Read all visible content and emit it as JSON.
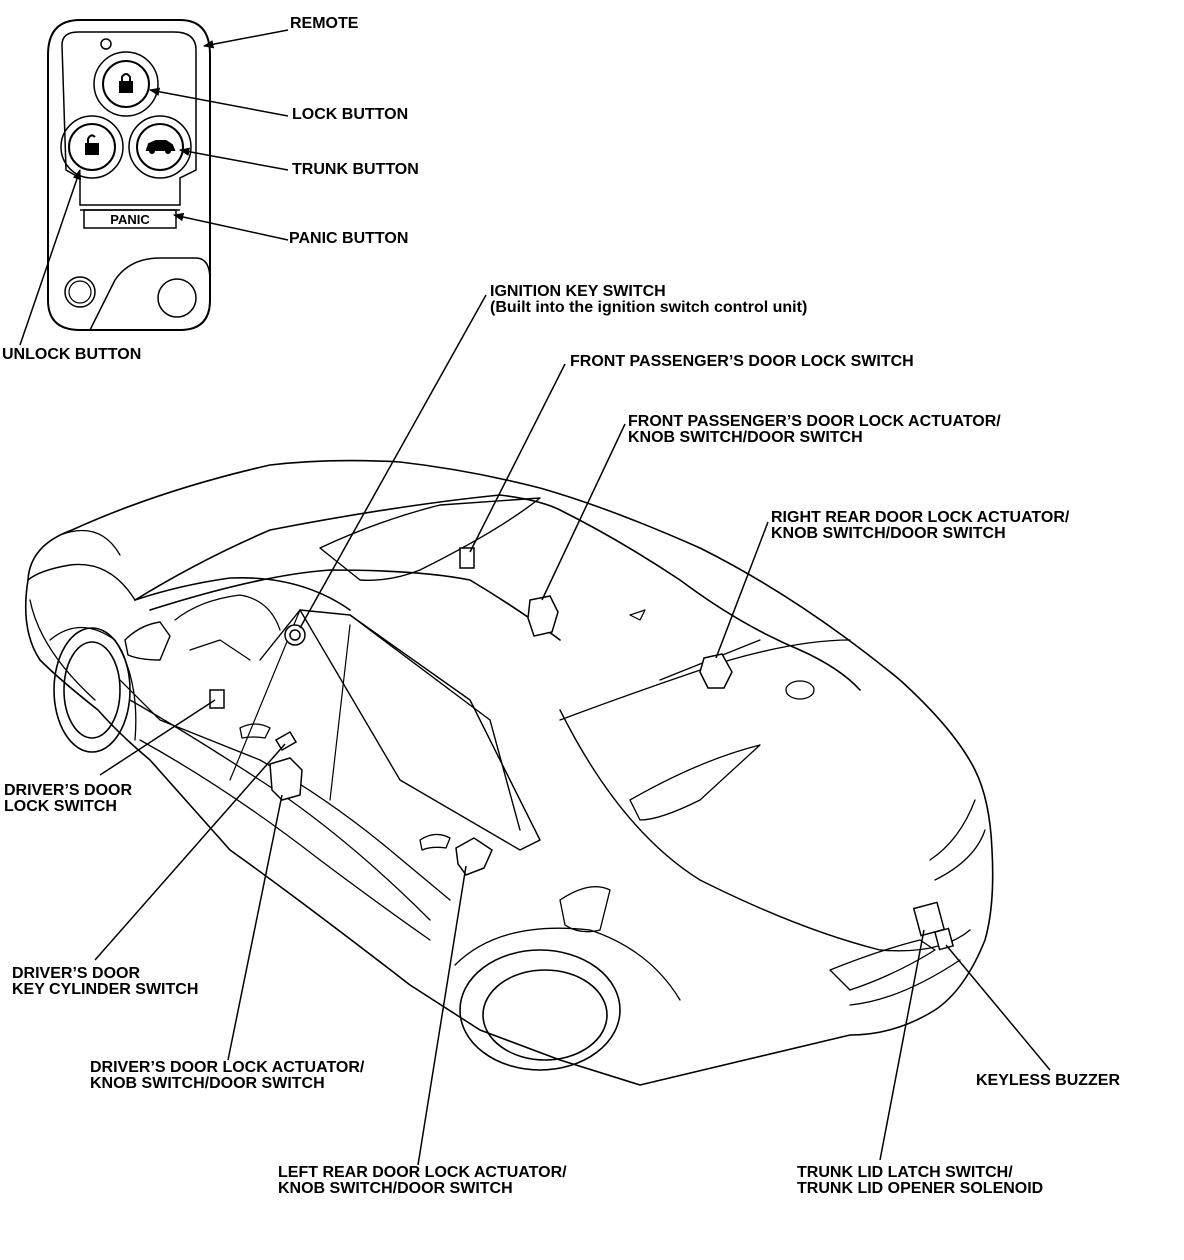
{
  "labels": {
    "remote": "REMOTE",
    "lock_button": "LOCK BUTTON",
    "trunk_button": "TRUNK BUTTON",
    "panic_button": "PANIC BUTTON",
    "unlock_button": "UNLOCK BUTTON",
    "panic_key_text": "PANIC",
    "ignition_key_switch": "IGNITION KEY SWITCH",
    "ignition_key_switch_note": "(Built into the ignition switch control unit)",
    "front_passenger_door_lock_switch": "FRONT PASSENGER’S DOOR LOCK SWITCH",
    "front_passenger_actuator_line1": "FRONT PASSENGER’S DOOR LOCK ACTUATOR/",
    "front_passenger_actuator_line2": "KNOB SWITCH/DOOR SWITCH",
    "right_rear_actuator_line1": "RIGHT REAR DOOR LOCK ACTUATOR/",
    "right_rear_actuator_line2": "KNOB SWITCH/DOOR SWITCH",
    "drivers_door_lock_switch_line1": "DRIVER’S DOOR",
    "drivers_door_lock_switch_line2": "LOCK SWITCH",
    "drivers_key_cylinder_line1": "DRIVER’S DOOR",
    "drivers_key_cylinder_line2": "KEY CYLINDER SWITCH",
    "drivers_actuator_line1": "DRIVER’S DOOR LOCK ACTUATOR/",
    "drivers_actuator_line2": "KNOB SWITCH/DOOR SWITCH",
    "left_rear_actuator_line1": "LEFT REAR DOOR LOCK ACTUATOR/",
    "left_rear_actuator_line2": "KNOB SWITCH/DOOR SWITCH",
    "keyless_buzzer": "KEYLESS BUZZER",
    "trunk_latch_line1": "TRUNK LID LATCH SWITCH/",
    "trunk_latch_line2": "TRUNK LID OPENER SOLENOID"
  },
  "colors": {
    "line": "#000000",
    "background": "#ffffff"
  }
}
